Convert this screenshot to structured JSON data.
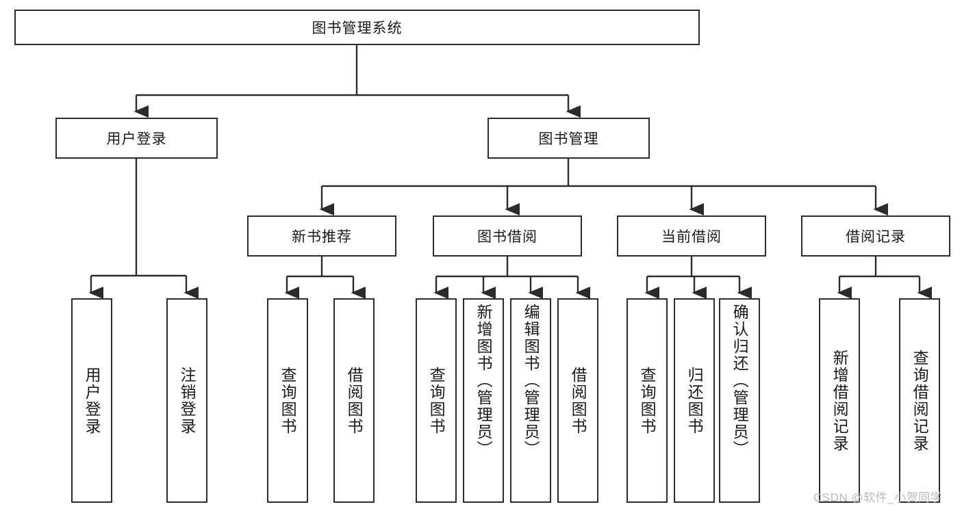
{
  "diagram": {
    "title": "图书管理系统",
    "type": "tree",
    "root": {
      "label": "图书管理系统"
    },
    "level2": [
      {
        "label": "用户登录"
      },
      {
        "label": "图书管理"
      }
    ],
    "level3": [
      {
        "label": "新书推荐"
      },
      {
        "label": "图书借阅"
      },
      {
        "label": "当前借阅"
      },
      {
        "label": "借阅记录"
      }
    ],
    "leaves": {
      "user_login": [
        {
          "label": "用户登录"
        },
        {
          "label": "注销登录"
        }
      ],
      "new_book_recommend": [
        {
          "label": "查询图书"
        },
        {
          "label": "借阅图书"
        }
      ],
      "book_borrow": [
        {
          "label": "查询图书"
        },
        {
          "label": "新增图书（管理员）"
        },
        {
          "label": "编辑图书（管理员）"
        },
        {
          "label": "借阅图书"
        }
      ],
      "current_borrow": [
        {
          "label": "查询图书"
        },
        {
          "label": "归还图书"
        },
        {
          "label": "确认归还（管理员）"
        }
      ],
      "borrow_records": [
        {
          "label": "新增借阅记录"
        },
        {
          "label": "查询借阅记录"
        }
      ]
    }
  },
  "watermark": {
    "text": "CSDN @软件_小贺同学"
  },
  "colors": {
    "stroke": "#2b2b2b",
    "background": "#ffffff",
    "text": "#1a1a1a",
    "watermark": "#b9b9b9"
  }
}
